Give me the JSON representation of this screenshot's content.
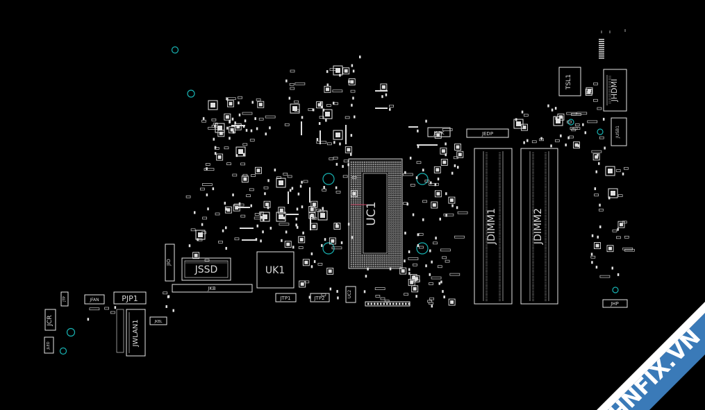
{
  "colors": {
    "background": "#000000",
    "outline": "#e6e6e6",
    "mounting_hole": "#18b3b3",
    "watermark_band": "#3a7ab8"
  },
  "designators": {
    "uc1": "UC1",
    "uk1": "UK1",
    "jdimm1": "JDIMM1",
    "jdimm2": "JDIMM2",
    "jssd": "JSSD",
    "jhdmi": "JHDMI",
    "tsl1": "TSL1",
    "jspk": "JSPK",
    "jedp": "JEDP",
    "jhp": "JHP",
    "jio": "JIO",
    "jkb": "JKB",
    "jpj1": "PJP1",
    "jwlan1": "JWLAN1",
    "jcr": "JCR",
    "jfan": "JFAN",
    "jkbl": "JKBL",
    "jtp1": "JTP1",
    "jtp2": "JTP2",
    "uc2": "UC2",
    "jusb": "JUSB1",
    "jtp": "JTP",
    "jled": "JLED"
  },
  "watermark": {
    "text": "HNFIX.VN"
  }
}
